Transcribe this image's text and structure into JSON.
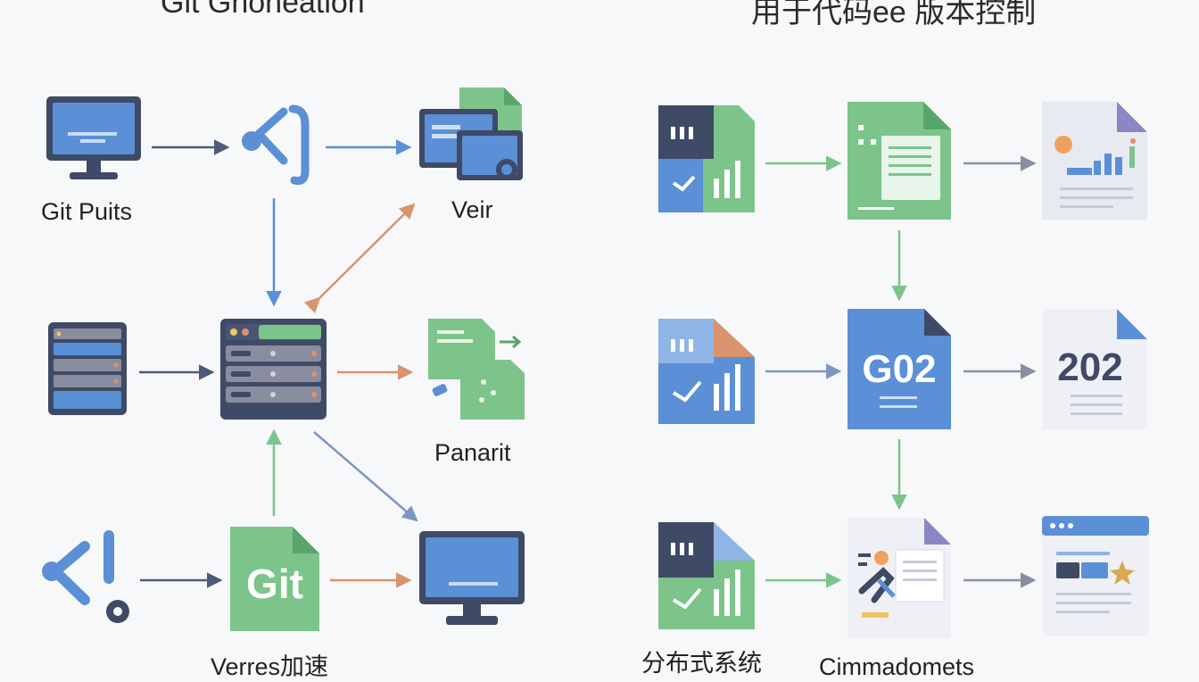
{
  "titles": {
    "left": "Git Gnoneation",
    "right": "用于代码ee 版本控制"
  },
  "labels": {
    "git_puits": "Git Puits",
    "veir": "Veir",
    "panarit": "Panarit",
    "verres": "Verres加速",
    "fenbushi": "分布式系统",
    "cimmadomets": "Cimmadomets"
  },
  "icon_text": {
    "git": "Git",
    "g02": "G02",
    "n202": "202"
  },
  "colors": {
    "blue": "#5b8fd6",
    "navy": "#3f4a66",
    "green": "#7cc48a",
    "orange": "#d9946c",
    "gray": "#8a8da0",
    "lavender": "#8c86c2",
    "yellow": "#f0c75e"
  }
}
